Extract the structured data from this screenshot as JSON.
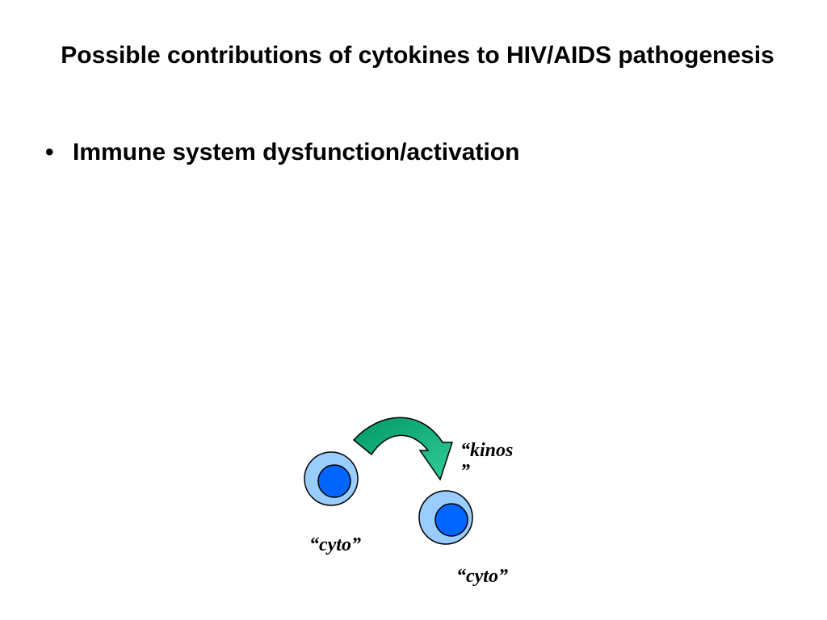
{
  "slide": {
    "title": "Possible contributions of cytokines to HIV/AIDS pathogenesis",
    "bullets": [
      {
        "marker": "•",
        "text": "Immune system dysfunction/activation"
      }
    ]
  },
  "diagram": {
    "cells": [
      {
        "label": "“cyto”"
      },
      {
        "label": "“cyto”"
      }
    ],
    "arrow_label": "“kinos ”",
    "colors": {
      "cell_outer": "#99CCFF",
      "cell_nucleus": "#0066FF",
      "arrow_dark": "#009966",
      "arrow_light": "#33CC99"
    }
  }
}
